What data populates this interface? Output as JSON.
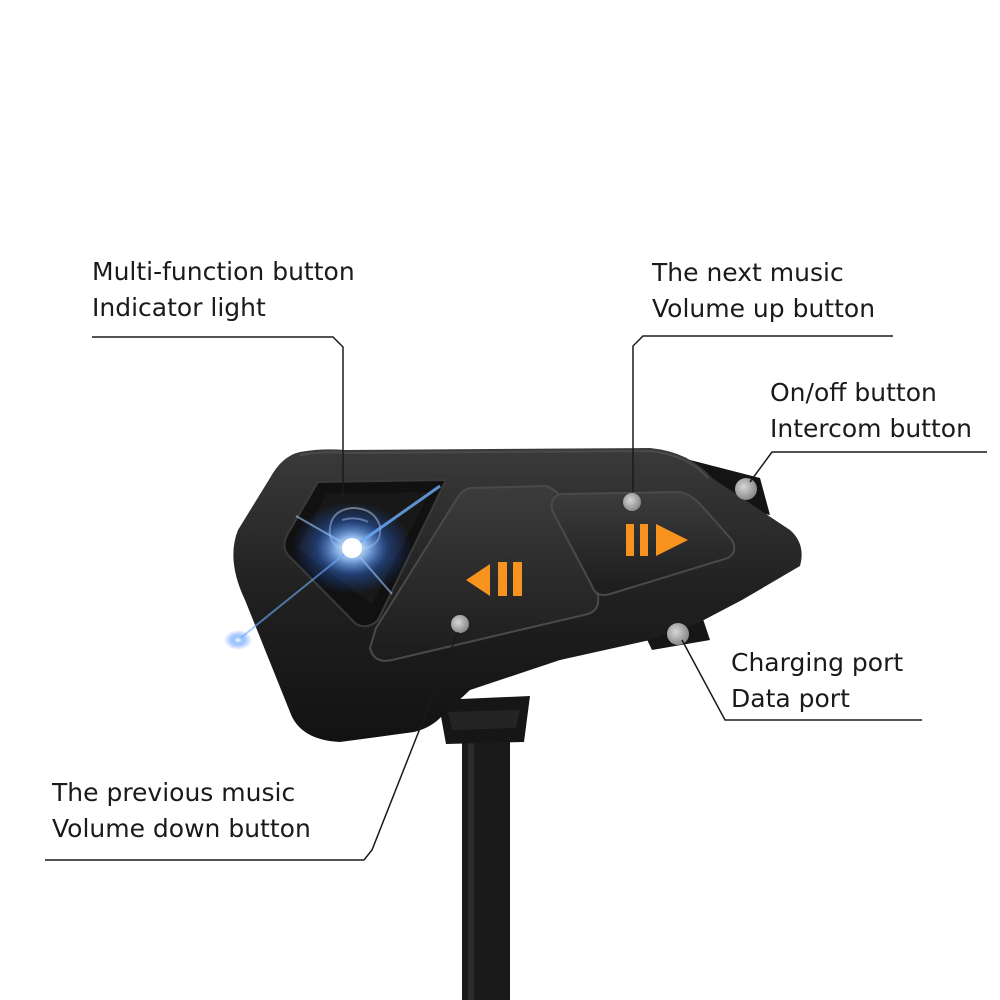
{
  "callouts": {
    "multi_function": {
      "line1": "Multi-function button",
      "line2": "Indicator light"
    },
    "next_music": {
      "line1": "The next music",
      "line2": "Volume up button"
    },
    "on_off": {
      "line1": "On/off button",
      "line2": "Intercom button"
    },
    "charging": {
      "line1": "Charging port",
      "line2": "Data port"
    },
    "previous_music": {
      "line1": "The previous music",
      "line2": "Volume down button"
    }
  },
  "colors": {
    "accent_orange": "#f7931e",
    "device_body": "#1e1e1e",
    "indicator_glow": "#3b8cff",
    "marker_dot": "#9a9a9a"
  },
  "icons": {
    "previous_button": "previous-track-icon",
    "next_button": "next-track-icon",
    "multi_function_button": "helmet-icon"
  }
}
